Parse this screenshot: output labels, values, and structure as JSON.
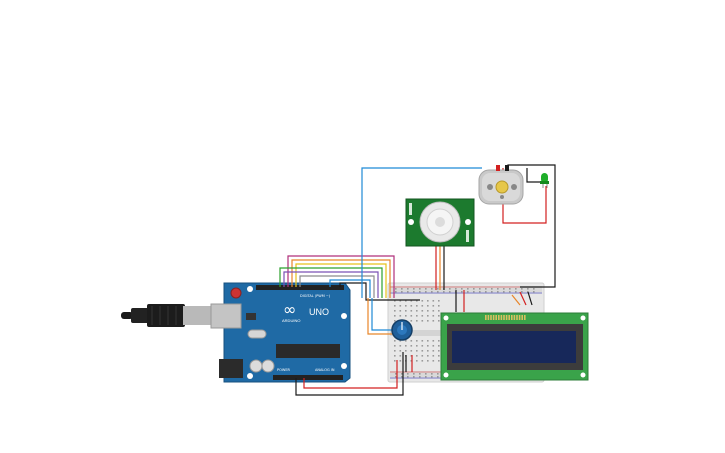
{
  "canvas": {
    "background": "#ffffff"
  },
  "arduino": {
    "brand": "ARDUINO",
    "model": "UNO",
    "digital_header_label": "DIGITAL (PWM ~)",
    "power_header_label": "POWER",
    "analog_header_label": "ANALOG IN",
    "board_color": "#1f6aa5",
    "logo_text": "∞"
  },
  "pir_sensor": {
    "board_color": "#1c7a2e"
  },
  "dc_motor": {
    "body_color": "#c9c9c9"
  },
  "led": {
    "color": "#1fae2a"
  },
  "lcd": {
    "board_color": "#3aa34a",
    "screen_color": "#17285a"
  },
  "breadboard": {
    "color": "#e6e6e6"
  },
  "potentiometer": {
    "color": "#1f5f9a"
  },
  "usb_cable": {
    "color": "#1a1a1a"
  },
  "wire_colors": {
    "blue": "#1f8ad6",
    "red": "#d32020",
    "black": "#1a1a1a",
    "orange": "#e8862a",
    "yellow": "#e6c21a",
    "green": "#2ca02c",
    "magenta": "#b0307a",
    "purple": "#7a52b3",
    "gray": "#8c8c8c"
  }
}
